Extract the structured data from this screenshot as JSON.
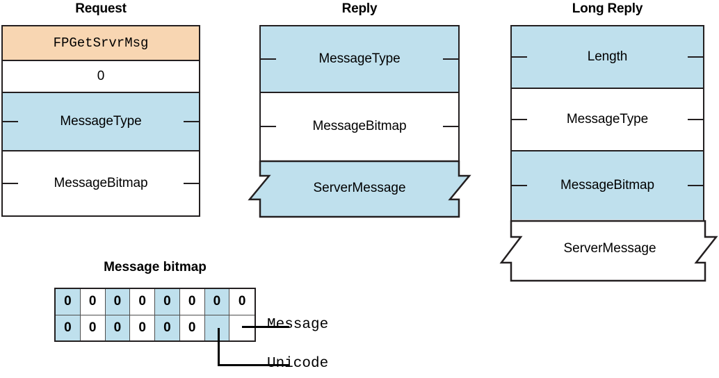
{
  "diagram": {
    "title": "AFP FPGetSrvrMsg request and reply packet formats",
    "colors": {
      "blue_field": "#bfe0ed",
      "orange_field": "#f8d6b2",
      "white_field": "#ffffff",
      "outline": "#231f20",
      "grid_line": "#4d4d4d",
      "text": "#000000"
    }
  },
  "columns": [
    {
      "id": "request",
      "title": "Request",
      "fields": [
        {
          "label": "FPGetSrvrMsg",
          "fill": "orange",
          "font": "mono",
          "ticks": false,
          "torn": false
        },
        {
          "label": "0",
          "fill": "white",
          "font": "sans",
          "ticks": false,
          "torn": false
        },
        {
          "label": "MessageType",
          "fill": "blue",
          "font": "sans",
          "ticks": true,
          "torn": false
        },
        {
          "label": "MessageBitmap",
          "fill": "white",
          "font": "sans",
          "ticks": true,
          "torn": false
        }
      ]
    },
    {
      "id": "reply",
      "title": "Reply",
      "fields": [
        {
          "label": "MessageType",
          "fill": "blue",
          "font": "sans",
          "ticks": true,
          "torn": false
        },
        {
          "label": "MessageBitmap",
          "fill": "white",
          "font": "sans",
          "ticks": true,
          "torn": false
        },
        {
          "label": "ServerMessage",
          "fill": "blue",
          "font": "sans",
          "ticks": false,
          "torn": true
        }
      ]
    },
    {
      "id": "long_reply",
      "title": "Long Reply",
      "fields": [
        {
          "label": "Length",
          "fill": "blue",
          "font": "sans",
          "ticks": true,
          "torn": false
        },
        {
          "label": "MessageType",
          "fill": "white",
          "font": "sans",
          "ticks": true,
          "torn": false
        },
        {
          "label": "MessageBitmap",
          "fill": "blue",
          "font": "sans",
          "ticks": true,
          "torn": false
        },
        {
          "label": "ServerMessage",
          "fill": "white",
          "font": "sans",
          "ticks": false,
          "torn": true
        }
      ]
    }
  ],
  "bitmap": {
    "title": "Message bitmap",
    "rows": [
      {
        "cells": [
          {
            "value": "0",
            "fill": "blue"
          },
          {
            "value": "0",
            "fill": "white"
          },
          {
            "value": "0",
            "fill": "blue"
          },
          {
            "value": "0",
            "fill": "white"
          },
          {
            "value": "0",
            "fill": "blue"
          },
          {
            "value": "0",
            "fill": "white"
          },
          {
            "value": "0",
            "fill": "blue"
          },
          {
            "value": "0",
            "fill": "white"
          }
        ]
      },
      {
        "cells": [
          {
            "value": "0",
            "fill": "blue"
          },
          {
            "value": "0",
            "fill": "white"
          },
          {
            "value": "0",
            "fill": "blue"
          },
          {
            "value": "0",
            "fill": "white"
          },
          {
            "value": "0",
            "fill": "blue"
          },
          {
            "value": "0",
            "fill": "white"
          },
          {
            "value": "",
            "fill": "blue"
          },
          {
            "value": "",
            "fill": "white"
          }
        ]
      }
    ],
    "callouts": [
      {
        "id": "message",
        "label": "Message",
        "points_to": "row2-bit8"
      },
      {
        "id": "unicode",
        "label": "Unicode",
        "points_to": "row2-bit7"
      }
    ]
  }
}
